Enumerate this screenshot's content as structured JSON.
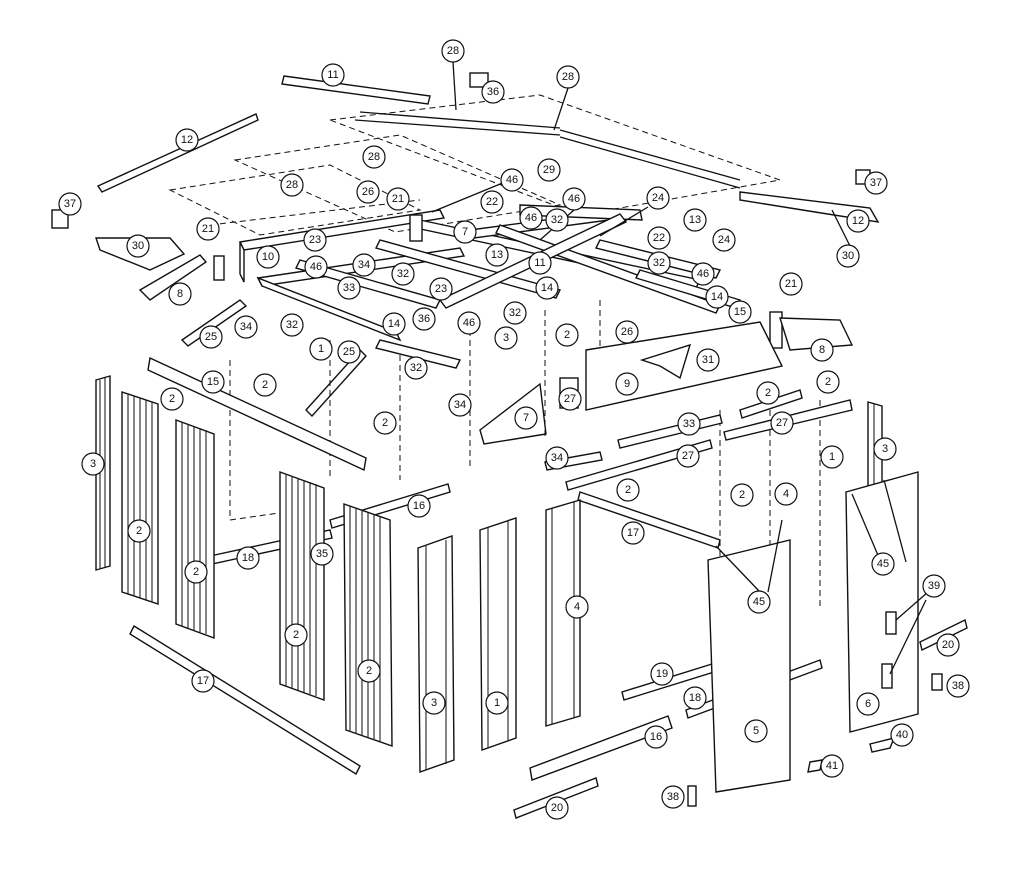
{
  "callouts": [
    {
      "id": "c1",
      "label": "28"
    },
    {
      "id": "c2",
      "label": "11"
    },
    {
      "id": "c3",
      "label": "36"
    },
    {
      "id": "c4",
      "label": "28"
    },
    {
      "id": "c5",
      "label": "12"
    },
    {
      "id": "c6",
      "label": "28"
    },
    {
      "id": "c7",
      "label": "28"
    },
    {
      "id": "c8",
      "label": "29"
    },
    {
      "id": "c9",
      "label": "46"
    },
    {
      "id": "c10",
      "label": "46"
    },
    {
      "id": "c11",
      "label": "37"
    },
    {
      "id": "c12",
      "label": "37"
    },
    {
      "id": "c13",
      "label": "26"
    },
    {
      "id": "c14",
      "label": "21"
    },
    {
      "id": "c15",
      "label": "22"
    },
    {
      "id": "c16",
      "label": "46"
    },
    {
      "id": "c17",
      "label": "32"
    },
    {
      "id": "c18",
      "label": "24"
    },
    {
      "id": "c19",
      "label": "12"
    },
    {
      "id": "c20",
      "label": "30"
    },
    {
      "id": "c21",
      "label": "21"
    },
    {
      "id": "c22",
      "label": "23"
    },
    {
      "id": "c23",
      "label": "7"
    },
    {
      "id": "c24",
      "label": "13"
    },
    {
      "id": "c25",
      "label": "22"
    },
    {
      "id": "c26",
      "label": "24"
    },
    {
      "id": "c27",
      "label": "30"
    },
    {
      "id": "c28",
      "label": "10"
    },
    {
      "id": "c29",
      "label": "46"
    },
    {
      "id": "c30",
      "label": "34"
    },
    {
      "id": "c31",
      "label": "32"
    },
    {
      "id": "c32",
      "label": "13"
    },
    {
      "id": "c33",
      "label": "11"
    },
    {
      "id": "c34",
      "label": "32"
    },
    {
      "id": "c35",
      "label": "46"
    },
    {
      "id": "c36",
      "label": "8"
    },
    {
      "id": "c37",
      "label": "33"
    },
    {
      "id": "c38",
      "label": "23"
    },
    {
      "id": "c39",
      "label": "14"
    },
    {
      "id": "c40",
      "label": "14"
    },
    {
      "id": "c41",
      "label": "21"
    },
    {
      "id": "c42",
      "label": "34"
    },
    {
      "id": "c43",
      "label": "32"
    },
    {
      "id": "c44",
      "label": "36"
    },
    {
      "id": "c45",
      "label": "46"
    },
    {
      "id": "c46",
      "label": "32"
    },
    {
      "id": "c47",
      "label": "15"
    },
    {
      "id": "c48",
      "label": "25"
    },
    {
      "id": "c49",
      "label": "14"
    },
    {
      "id": "c50",
      "label": "3"
    },
    {
      "id": "c51",
      "label": "2"
    },
    {
      "id": "c52",
      "label": "26"
    },
    {
      "id": "c53",
      "label": "8"
    },
    {
      "id": "c54",
      "label": "1"
    },
    {
      "id": "c55",
      "label": "25"
    },
    {
      "id": "c56",
      "label": "31"
    },
    {
      "id": "c57",
      "label": "32"
    },
    {
      "id": "c58",
      "label": "15"
    },
    {
      "id": "c59",
      "label": "2"
    },
    {
      "id": "c60",
      "label": "9"
    },
    {
      "id": "c61",
      "label": "2"
    },
    {
      "id": "c62",
      "label": "2"
    },
    {
      "id": "c63",
      "label": "27"
    },
    {
      "id": "c64",
      "label": "2"
    },
    {
      "id": "c65",
      "label": "34"
    },
    {
      "id": "c66",
      "label": "7"
    },
    {
      "id": "c67",
      "label": "2"
    },
    {
      "id": "c68",
      "label": "33"
    },
    {
      "id": "c69",
      "label": "27"
    },
    {
      "id": "c70",
      "label": "3"
    },
    {
      "id": "c71",
      "label": "34"
    },
    {
      "id": "c72",
      "label": "27"
    },
    {
      "id": "c73",
      "label": "1"
    },
    {
      "id": "c74",
      "label": "3"
    },
    {
      "id": "c75",
      "label": "2"
    },
    {
      "id": "c76",
      "label": "2"
    },
    {
      "id": "c77",
      "label": "16"
    },
    {
      "id": "c78",
      "label": "4"
    },
    {
      "id": "c79",
      "label": "17"
    },
    {
      "id": "c80",
      "label": "2"
    },
    {
      "id": "c81",
      "label": "45"
    },
    {
      "id": "c82",
      "label": "2"
    },
    {
      "id": "c83",
      "label": "18"
    },
    {
      "id": "c84",
      "label": "35"
    },
    {
      "id": "c85",
      "label": "45"
    },
    {
      "id": "c86",
      "label": "4"
    },
    {
      "id": "c87",
      "label": "39"
    },
    {
      "id": "c88",
      "label": "2"
    },
    {
      "id": "c89",
      "label": "20"
    },
    {
      "id": "c90",
      "label": "17"
    },
    {
      "id": "c91",
      "label": "2"
    },
    {
      "id": "c92",
      "label": "19"
    },
    {
      "id": "c93",
      "label": "38"
    },
    {
      "id": "c94",
      "label": "3"
    },
    {
      "id": "c95",
      "label": "1"
    },
    {
      "id": "c96",
      "label": "18"
    },
    {
      "id": "c97",
      "label": "6"
    },
    {
      "id": "c98",
      "label": "5"
    },
    {
      "id": "c99",
      "label": "16"
    },
    {
      "id": "c100",
      "label": "40"
    },
    {
      "id": "c101",
      "label": "41"
    },
    {
      "id": "c102",
      "label": "38"
    },
    {
      "id": "c103",
      "label": "20"
    }
  ]
}
